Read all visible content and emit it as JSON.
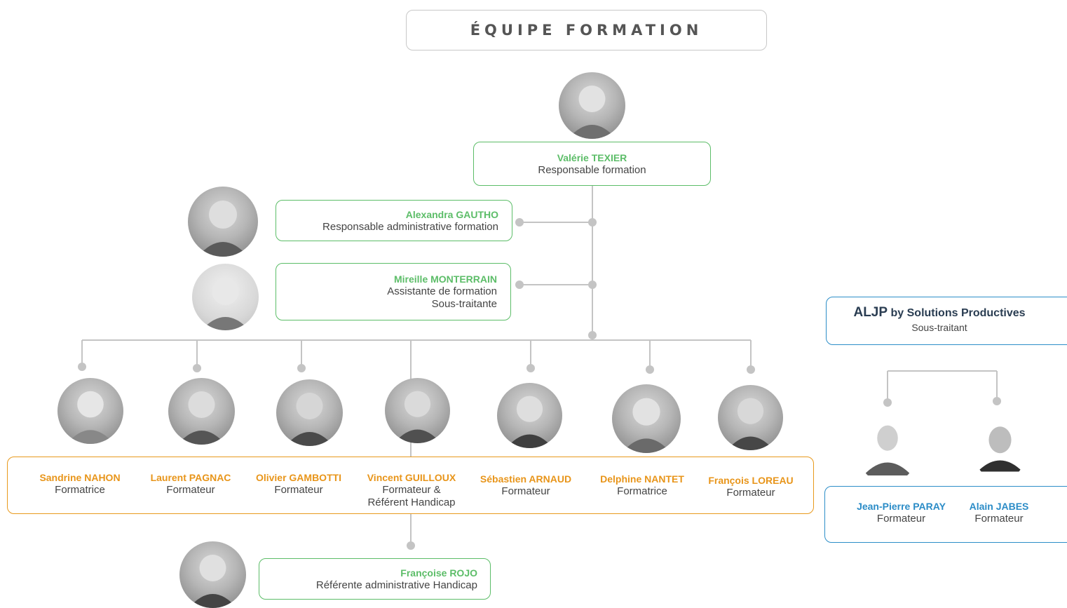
{
  "header": {
    "title": "ÉQUIPE FORMATION"
  },
  "management": [
    {
      "name": "Valérie TEXIER",
      "role": "Responsable formation"
    },
    {
      "name": "Alexandra GAUTHO",
      "role": "Responsable administrative formation"
    },
    {
      "name": "Mireille MONTERRAIN",
      "role": "Assistante de formation",
      "role2": "Sous-traitante"
    }
  ],
  "trainers": [
    {
      "name": "Sandrine NAHON",
      "role": "Formatrice"
    },
    {
      "name": "Laurent PAGNAC",
      "role": "Formateur"
    },
    {
      "name": "Olivier GAMBOTTI",
      "role": "Formateur"
    },
    {
      "name": "Vincent GUILLOUX",
      "role": "Formateur &",
      "role2": "Référent Handicap"
    },
    {
      "name": "Sébastien ARNAUD",
      "role": "Formateur"
    },
    {
      "name": "Delphine NANTET",
      "role": "Formatrice"
    },
    {
      "name": "François LOREAU",
      "role": "Formateur"
    }
  ],
  "handicap_referent": {
    "name": "Françoise ROJO",
    "role": "Référente administrative Handicap"
  },
  "subcontractor": {
    "name_main": "ALJP",
    "name_rest": "by Solutions Productives",
    "role": "Sous-traitant",
    "members": [
      {
        "name": "Jean-Pierre PARAY",
        "role": "Formateur"
      },
      {
        "name": "Alain JABES",
        "role": "Formateur"
      }
    ]
  },
  "colors": {
    "management": "#5cbd68",
    "trainers": "#e8991c",
    "subcontractor": "#2c8ec8",
    "connector": "#bdbdbd"
  },
  "icons": [
    "person-photo-icon"
  ]
}
